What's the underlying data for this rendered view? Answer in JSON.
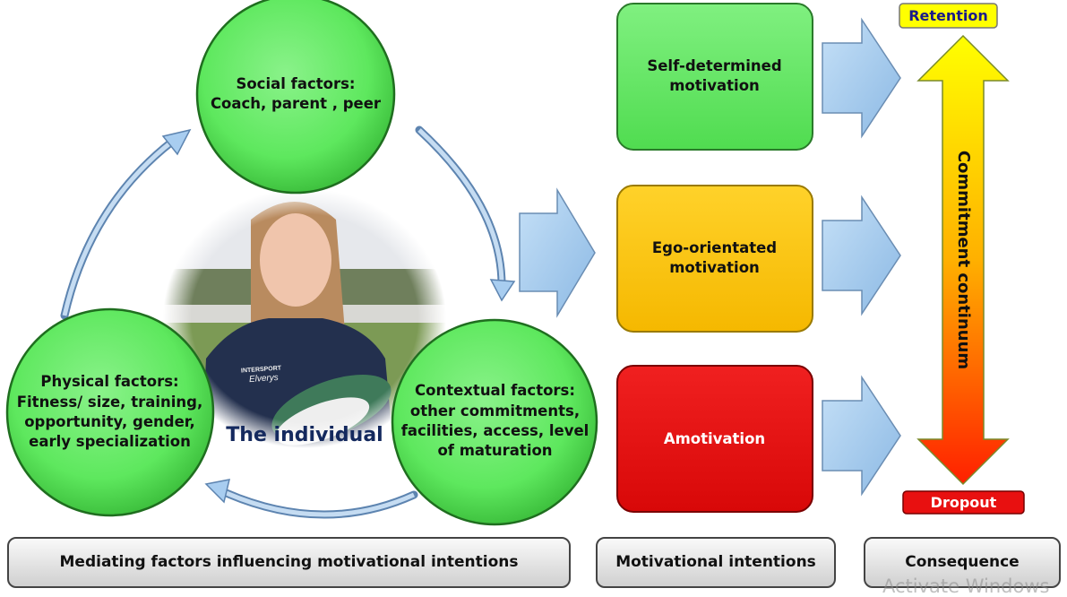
{
  "factors": {
    "social": {
      "title": "Social factors:",
      "detail": "Coach, parent , peer"
    },
    "physical": {
      "title": "Physical factors:",
      "detail": "Fitness/ size, training, opportunity, gender, early specialization"
    },
    "contextual": {
      "title": "Contextual factors:",
      "detail": "other commitments, facilities, access, level of maturation"
    },
    "individual": "The individual",
    "photo_shirt_text": [
      "INTERSPORT",
      "Elverys"
    ]
  },
  "intentions": {
    "self_determined": "Self-determined motivation",
    "ego": "Ego-orientated motivation",
    "amotivation": "Amotivation"
  },
  "consequence": {
    "retention": "Retention",
    "dropout": "Dropout",
    "continuum": "Commitment continuum"
  },
  "footer": {
    "mediating": "Mediating factors influencing motivational intentions",
    "intentions": "Motivational intentions",
    "consequence": "Consequence"
  },
  "watermark": "Activate Windows",
  "colors": {
    "green": "#5ee85e",
    "yellow": "#ffc800",
    "red": "#e81010",
    "arrow": "#a8cdf0"
  }
}
